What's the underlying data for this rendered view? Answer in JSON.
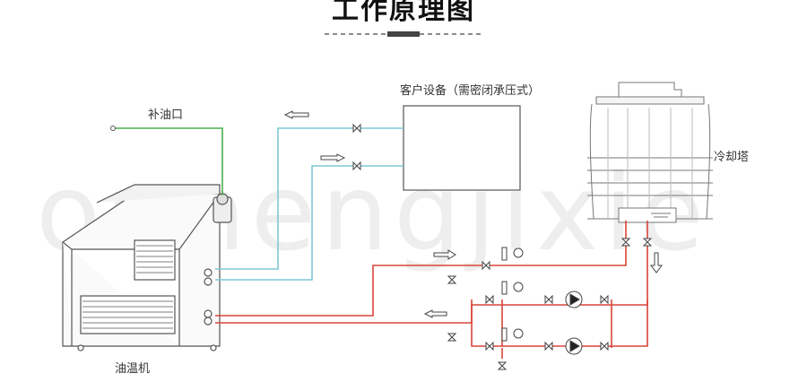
{
  "title": "工作原理图",
  "watermark": "ounengjixie",
  "labels": {
    "customer_equipment": "客户设备（需密闭承压式）",
    "cooling_tower": "冷却塔",
    "oil_refill": "补油口",
    "oil_machine": "油温机"
  },
  "colors": {
    "water_line": "#7ec8d6",
    "hot_line": "#d9453a",
    "oil_line": "#4caf50",
    "outline": "#555555"
  }
}
